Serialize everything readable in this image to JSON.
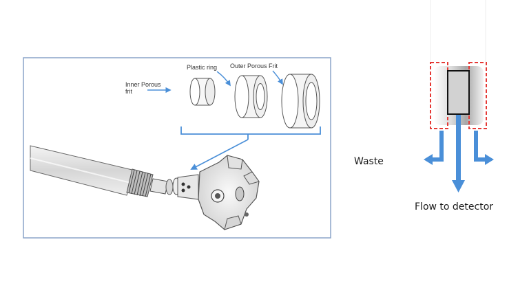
{
  "left_panel": {
    "labels": {
      "inner_frit_line1": "Inner Porous",
      "inner_frit_line2": "frit",
      "plastic_ring": "Plastic ring",
      "outer_frit": "Outer Porous Frit"
    }
  },
  "right_panel": {
    "labels": {
      "waste": "Waste",
      "flow_to_detector": "Flow to detector"
    }
  },
  "colors": {
    "arrow_blue": "#4a8fd8",
    "dashed_red": "#e53935",
    "panel_border": "#8aa4c8",
    "line_art": "#444444"
  }
}
